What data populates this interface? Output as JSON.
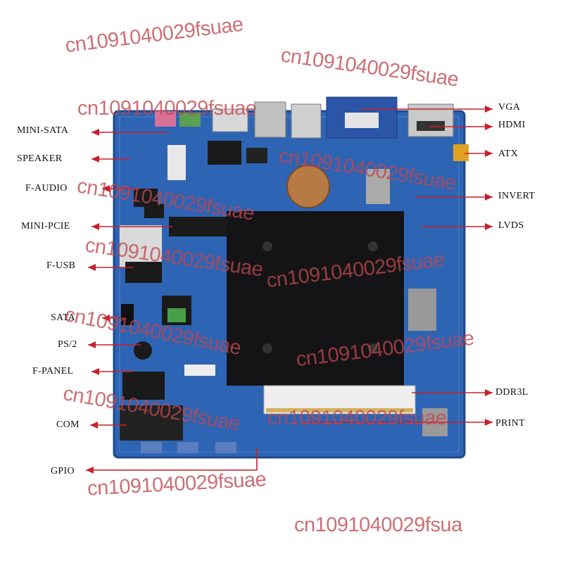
{
  "labels": {
    "mini_sata": "MINI-SATA",
    "speaker": "SPEAKER",
    "f_audio": "F-AUDIO",
    "mini_pcie": "MINI-PCIE",
    "f_usb": "F-USB",
    "sata": "SATA",
    "ps2": "PS/2",
    "f_panel": "F-PANEL",
    "com": "COM",
    "gpio": "GPIO",
    "vga": "VGA",
    "hdmi": "HDMI",
    "atx": "ATX",
    "invert": "INVERT",
    "lvds": "LVDS",
    "ddr3l": "DDR3L",
    "print": "PRINT"
  },
  "watermark": {
    "text": "cn1091040029fsuae",
    "partial": "cn1091040029fsua",
    "color": "#be4650"
  },
  "colors": {
    "arrow": "#c8202a",
    "pcb": "#2e64b4",
    "heatsink": "#141416"
  }
}
